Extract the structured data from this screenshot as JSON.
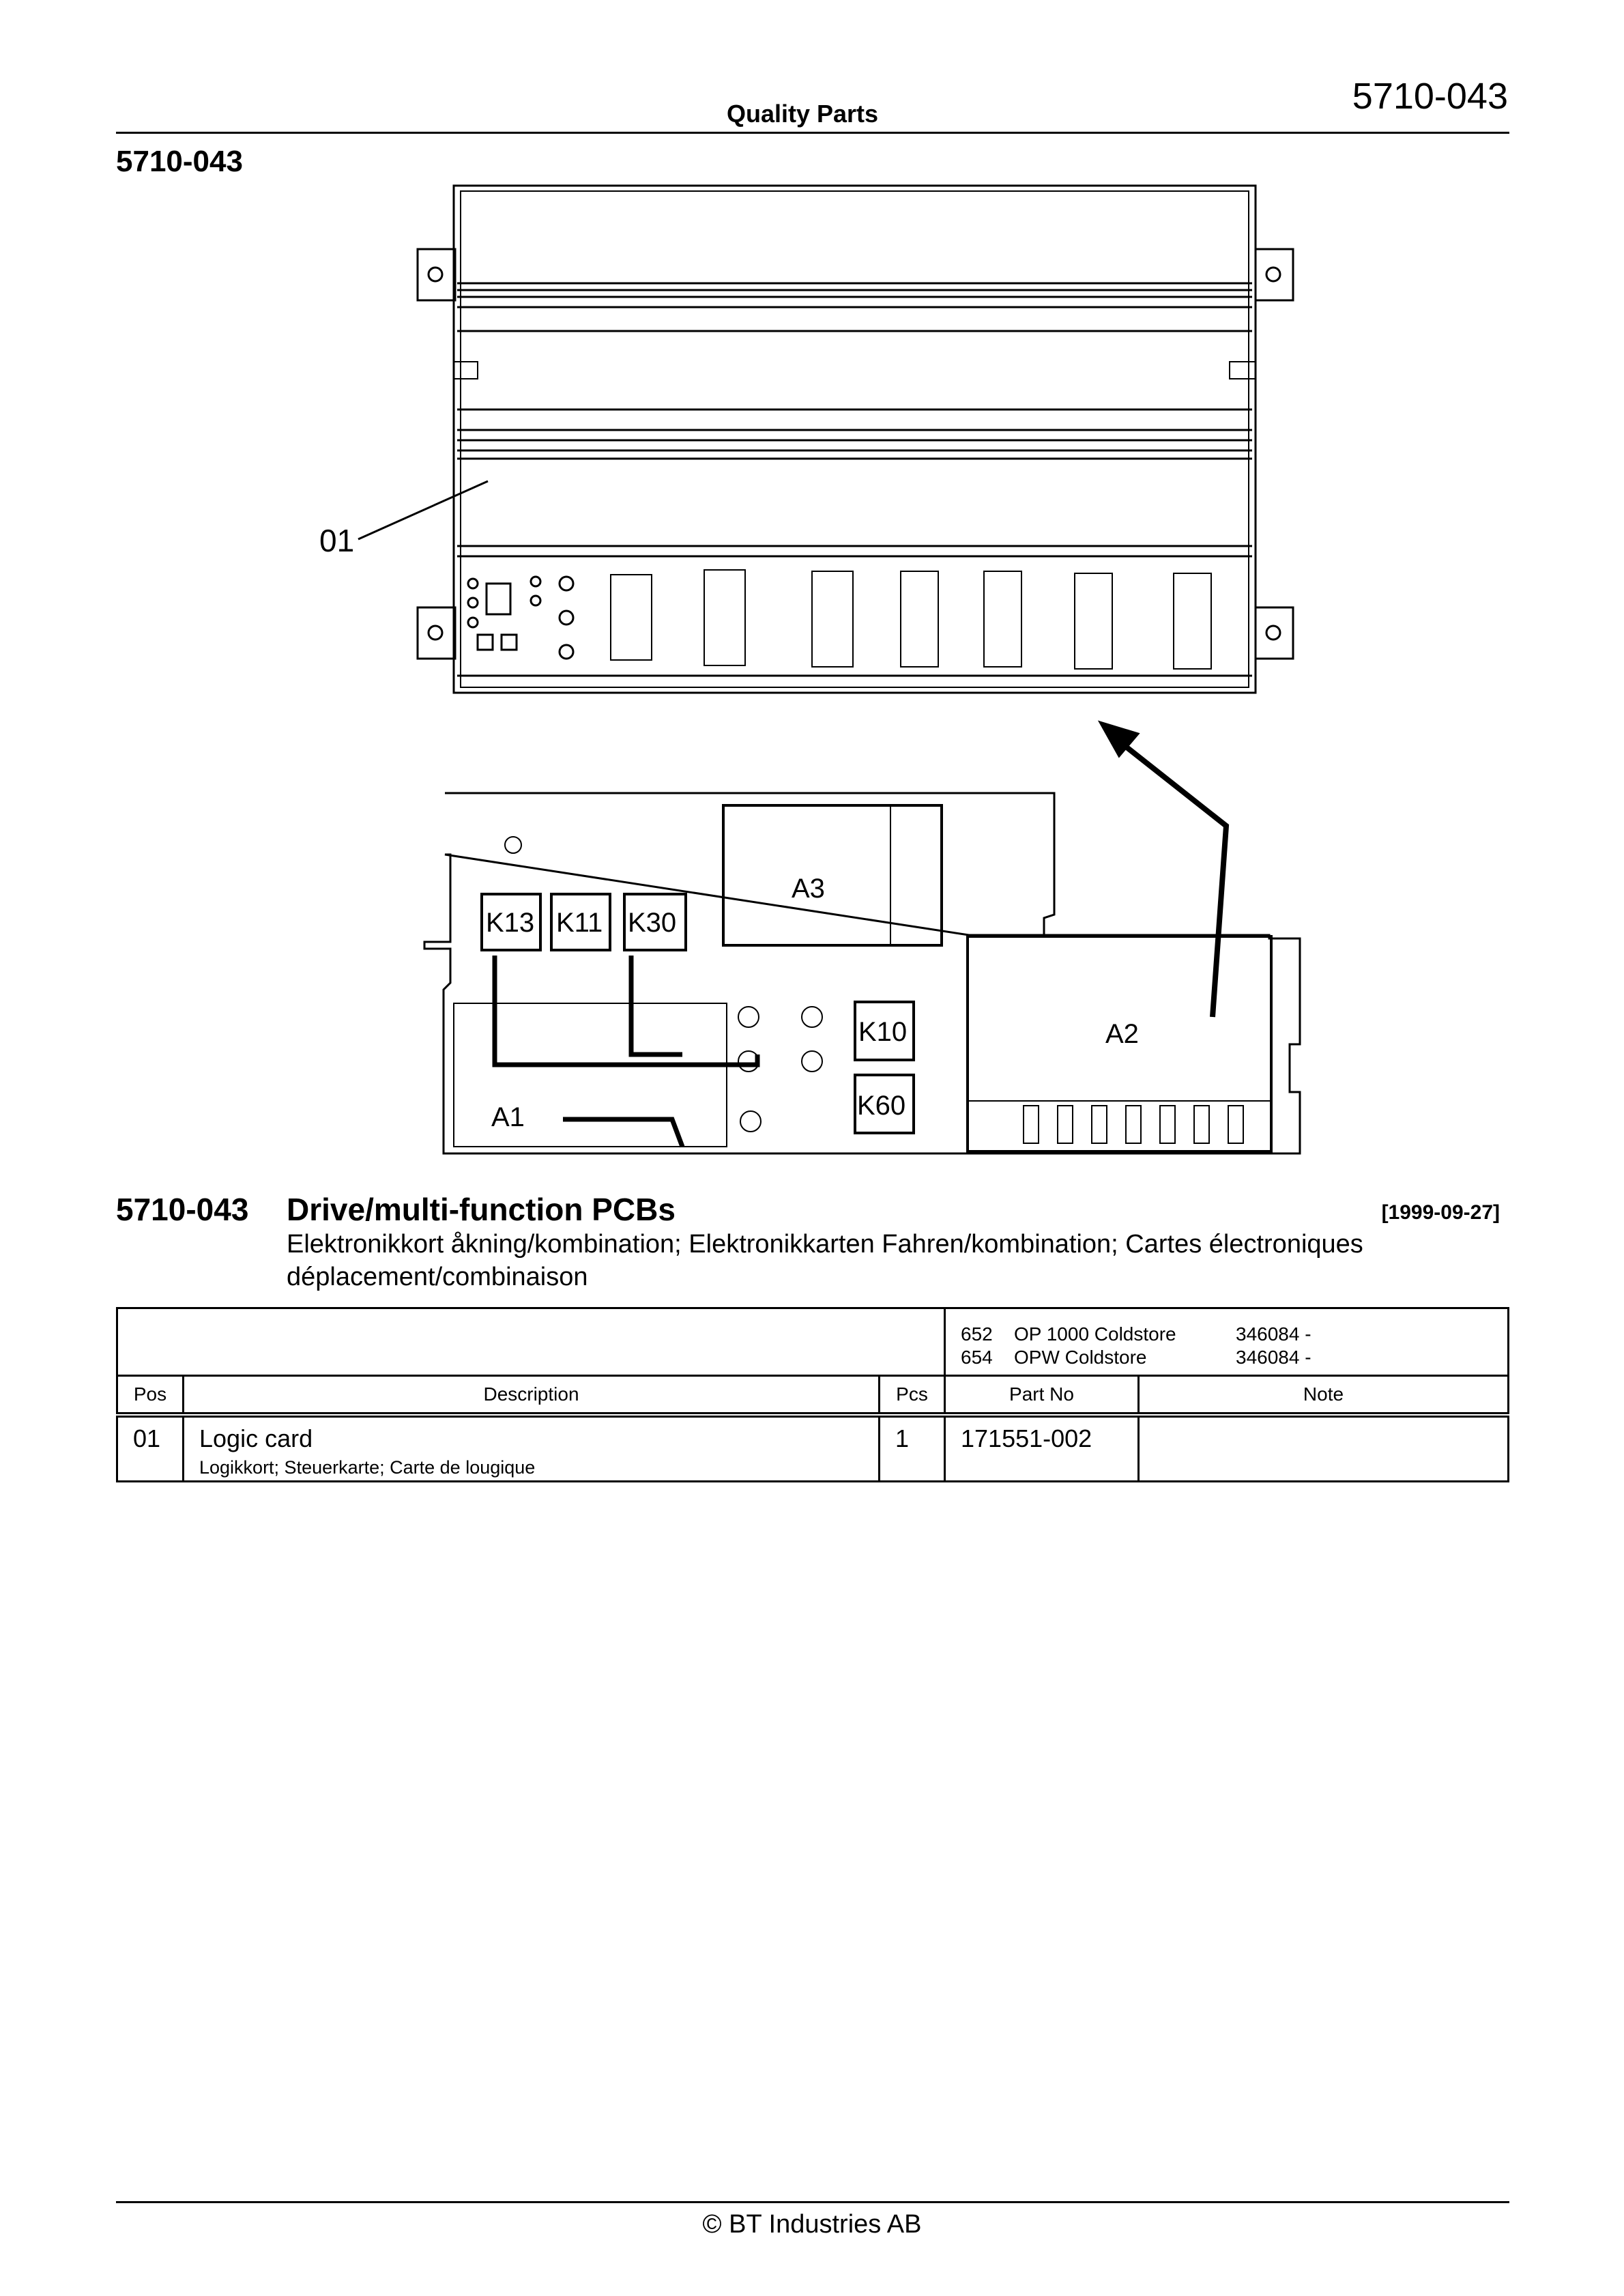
{
  "header": {
    "title": "Quality Parts",
    "page_code": "5710-043"
  },
  "section_code": "5710-043",
  "figure": {
    "callout": "01",
    "component_labels": [
      "K13",
      "K11",
      "K30",
      "A3",
      "A2",
      "K10",
      "K60",
      "A1"
    ]
  },
  "title": {
    "code": "5710-043",
    "name": "Drive/multi-function PCBs",
    "date": "[1999-09-27]",
    "subtitle_line1": "Elektronikkort åkning/kombination; Elektronikkarten Fahren/kombination; Cartes électroniques",
    "subtitle_line2": "déplacement/combinaison"
  },
  "models": [
    {
      "code": "652",
      "name": "OP 1000 Coldstore",
      "serial": "346084 -"
    },
    {
      "code": "654",
      "name": "OPW Coldstore",
      "serial": "346084 -"
    }
  ],
  "table": {
    "headers": {
      "pos": "Pos",
      "description": "Description",
      "pcs": "Pcs",
      "part_no": "Part No",
      "note": "Note"
    },
    "rows": [
      {
        "pos": "01",
        "description": "Logic card",
        "translation": "Logikkort; Steuerkarte; Carte de lougique",
        "pcs": "1",
        "part_no": "171551-002",
        "note": ""
      }
    ]
  },
  "footer": "© BT Industries AB"
}
